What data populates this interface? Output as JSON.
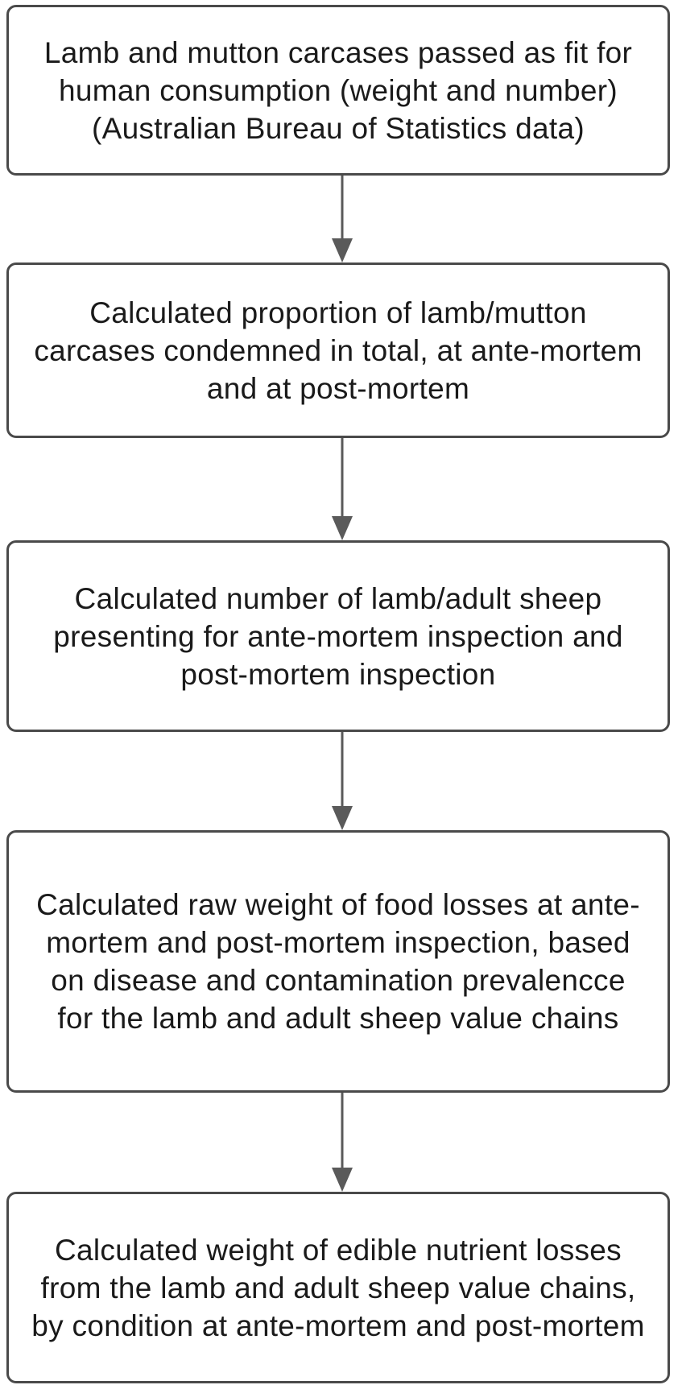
{
  "steps": [
    {
      "text": "Lamb and mutton carcases passed as fit for human consumption (weight and number) (Australian Bureau of Statistics data)"
    },
    {
      "text": "Calculated proportion of lamb/mutton carcases condemned in total, at ante-mortem and at post-mortem"
    },
    {
      "text": "Calculated number of lamb/adult sheep presenting for ante-mortem inspection and post-mortem inspection"
    },
    {
      "text": "Calculated raw weight of food losses at ante-mortem and post-mortem inspection, based on disease and contamination prevalencce for the lamb and adult sheep value chains"
    },
    {
      "text": "Calculated weight of edible nutrient losses from the lamb and adult sheep value chains, by condition at ante-mortem and post-mortem"
    }
  ],
  "colors": {
    "border": "#4a4a4a",
    "arrow": "#5a5a5a",
    "text": "#1a1a1a",
    "background": "#ffffff"
  }
}
